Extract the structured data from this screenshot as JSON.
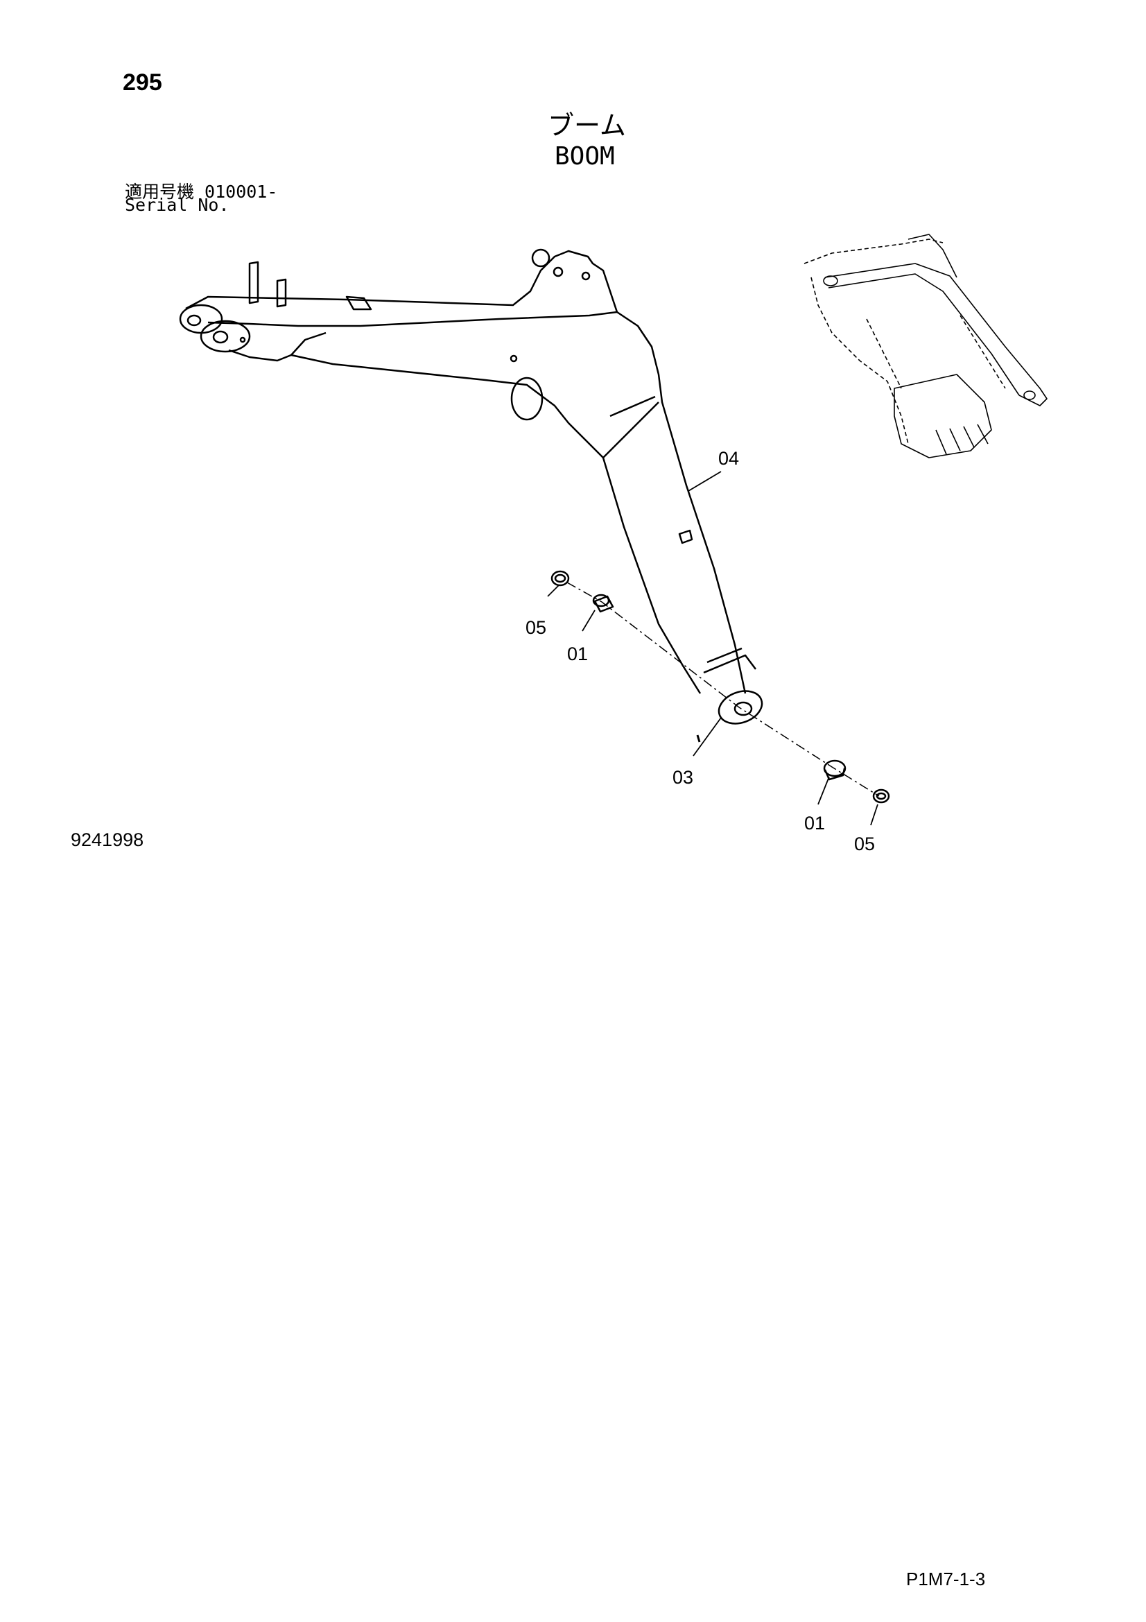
{
  "header": {
    "page_number": "295",
    "title_japanese": "ブーム",
    "title_english": "BOOM",
    "serial_label_japanese": "適用号機 010001-",
    "serial_label_english": "Serial No."
  },
  "diagram": {
    "callouts": [
      {
        "id": "c-04",
        "label": "04"
      },
      {
        "id": "c-05a",
        "label": "05"
      },
      {
        "id": "c-01a",
        "label": "01"
      },
      {
        "id": "c-03",
        "label": "03"
      },
      {
        "id": "c-01b",
        "label": "01"
      },
      {
        "id": "c-05b",
        "label": "05"
      }
    ]
  },
  "footer": {
    "drawing_number": "9241998",
    "page_code": "P1M7-1-3"
  }
}
